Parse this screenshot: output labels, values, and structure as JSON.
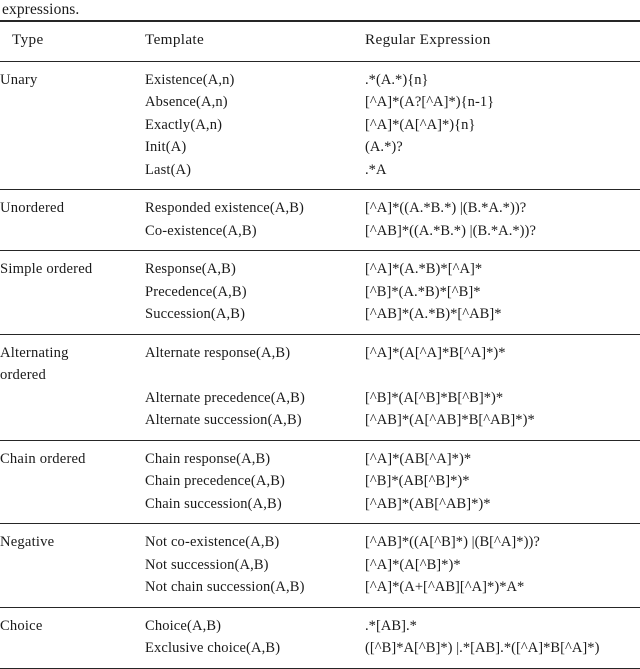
{
  "document": {
    "caption_tail": "expressions."
  },
  "table": {
    "columns": [
      "Type",
      "Template",
      "Regular Expression"
    ],
    "groups": [
      {
        "type": "Unary",
        "rows": [
          {
            "template": "Existence(A,n)",
            "regex": ".*(A.*){n}"
          },
          {
            "template": "Absence(A,n)",
            "regex": "[^A]*(A?[^A]*){n-1}"
          },
          {
            "template": "Exactly(A,n)",
            "regex": "[^A]*(A[^A]*){n}"
          },
          {
            "template": "Init(A)",
            "regex": "(A.*)?"
          },
          {
            "template": "Last(A)",
            "regex": ".*A"
          }
        ]
      },
      {
        "type": "Unordered",
        "rows": [
          {
            "template": "Responded existence(A,B)",
            "regex": "[^A]*((A.*B.*) |(B.*A.*))?"
          },
          {
            "template": "Co-existence(A,B)",
            "regex": "[^AB]*((A.*B.*) |(B.*A.*))?"
          }
        ]
      },
      {
        "type": "Simple ordered",
        "rows": [
          {
            "template": "Response(A,B)",
            "regex": "[^A]*(A.*B)*[^A]*"
          },
          {
            "template": "Precedence(A,B)",
            "regex": "[^B]*(A.*B)*[^B]*"
          },
          {
            "template": "Succession(A,B)",
            "regex": "[^AB]*(A.*B)*[^AB]*"
          }
        ]
      },
      {
        "type": "Alternating ordered",
        "type_lines": [
          "Alternating",
          "ordered"
        ],
        "rows": [
          {
            "template": "Alternate response(A,B)",
            "regex": "[^A]*(A[^A]*B[^A]*)*"
          },
          {
            "template": "Alternate precedence(A,B)",
            "regex": "[^B]*(A[^B]*B[^B]*)*"
          },
          {
            "template": "Alternate succession(A,B)",
            "regex": "[^AB]*(A[^AB]*B[^AB]*)*"
          }
        ]
      },
      {
        "type": "Chain ordered",
        "rows": [
          {
            "template": "Chain response(A,B)",
            "regex": "[^A]*(AB[^A]*)*"
          },
          {
            "template": "Chain precedence(A,B)",
            "regex": "[^B]*(AB[^B]*)*"
          },
          {
            "template": "Chain succession(A,B)",
            "regex": "[^AB]*(AB[^AB]*)*"
          }
        ]
      },
      {
        "type": "Negative",
        "rows": [
          {
            "template": "Not co-existence(A,B)",
            "regex": "[^AB]*((A[^B]*) |(B[^A]*))?"
          },
          {
            "template": "Not succession(A,B)",
            "regex": "[^A]*(A[^B]*)*"
          },
          {
            "template": "Not chain succession(A,B)",
            "regex": "[^A]*(A+[^AB][^A]*)*A*"
          }
        ]
      },
      {
        "type": "Choice",
        "rows": [
          {
            "template": "Choice(A,B)",
            "regex": ".*[AB].*"
          },
          {
            "template": "Exclusive choice(A,B)",
            "regex": "([^B]*A[^B]*) |.*[AB].*([^A]*B[^A]*)"
          }
        ]
      }
    ]
  }
}
